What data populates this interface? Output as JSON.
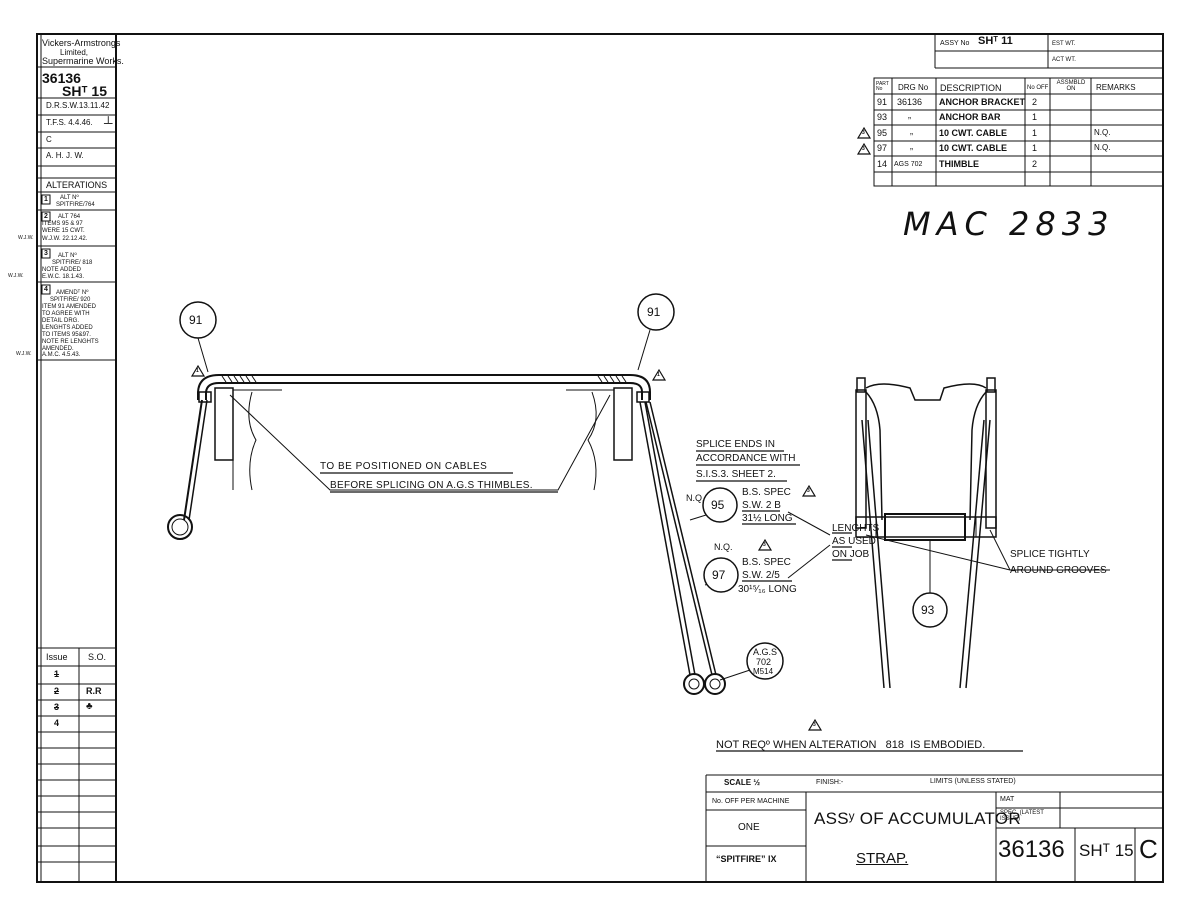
{
  "sidebar": {
    "company": [
      "Vickers-Armstrongs",
      "Limited,",
      "Supermarine Works."
    ],
    "drawing_no": "36136",
    "sheet": "SHᵀ 15",
    "rows": [
      "D.R.S.W.13.11.42",
      "T.F.S. 4.4.46.",
      "C",
      "A. H. J. W."
    ],
    "tfs_mark": "┴",
    "alterations_title": "ALTERATIONS",
    "alterations": [
      {
        "num": "1",
        "lines": [
          "ALT Nº",
          "SPITFIRE/764"
        ],
        "initials": ""
      },
      {
        "num": "2",
        "lines": [
          "ALT 764",
          "ITEMS 95 & 97",
          "WERE 15 CWT.",
          "W.J.W. 22.12.42."
        ],
        "initials": "W.J.W."
      },
      {
        "num": "3",
        "lines": [
          "ALT Nº",
          "SPITFIRE/ 818",
          "NOTE ADDED",
          "E.W.C. 18.1.43."
        ],
        "initials": "W.J.W."
      },
      {
        "num": "4",
        "lines": [
          "AMENDᵀ Nº",
          "SPITFIRE/ 920",
          "ITEM 91 AMENDED",
          "TO AGREE WITH",
          "DETAIL DRG.",
          "LENGHTS ADDED",
          "TO ITEMS 95&97.",
          "NOTE RE LENGHTS",
          "AMENDED.",
          "A.M.C. 4.5.43."
        ],
        "initials": "W.J.W."
      }
    ],
    "issue_header": [
      "Issue",
      "S.O."
    ],
    "issue_rows": [
      [
        "1",
        ""
      ],
      [
        "2",
        "R.R"
      ],
      [
        "3",
        "♣"
      ],
      [
        "4",
        ""
      ]
    ]
  },
  "assy": {
    "label": "ASSY No",
    "value": "SHᵀ 11",
    "est_wt": "EST WT.",
    "act_wt": "ACT WT."
  },
  "parts_table": {
    "headers": [
      "PART No",
      "DRG No",
      "DESCRIPTION",
      "No OFF",
      "ASSMBLD ON",
      "REMARKS"
    ],
    "rows": [
      {
        "part": "91",
        "drg": "36136",
        "desc": "ANCHOR BRACKET",
        "off": "2",
        "assm": "",
        "remarks": "",
        "mark": ""
      },
      {
        "part": "93",
        "drg": "„",
        "desc": "ANCHOR BAR",
        "off": "1",
        "assm": "",
        "remarks": "",
        "mark": ""
      },
      {
        "part": "95",
        "drg": "„",
        "desc": "10 CWT. CABLE",
        "off": "1",
        "assm": "",
        "remarks": "N.Q.",
        "mark": "3"
      },
      {
        "part": "97",
        "drg": "„",
        "desc": "10 CWT. CABLE",
        "off": "1",
        "assm": "",
        "remarks": "N.Q.",
        "mark": "3"
      },
      {
        "part": "14",
        "drg": "AGS 702",
        "desc": "THIMBLE",
        "off": "2",
        "assm": "",
        "remarks": "",
        "mark": ""
      }
    ]
  },
  "handwritten": "MAC 2833",
  "balloons": {
    "left": "91",
    "right": "91",
    "c95": "95",
    "c97": "97",
    "c93": "93"
  },
  "triangles": {
    "t1": "1",
    "t2": "1",
    "t3": "3",
    "t4": "3",
    "t5": "3"
  },
  "notes": {
    "position_line1": "TO BE POSITIONED ON CABLES",
    "position_line2": "BEFORE SPLICING ON A.G.S THIMBLES.",
    "splice_ends": [
      "SPLICE ENDS IN",
      "ACCORDANCE WITH",
      "S.I.S.3. SHEET 2."
    ],
    "nq_95": "N.Q.",
    "spec_95": [
      "B.S. SPEC",
      "S.W. 2 B",
      "31½ LONG"
    ],
    "lengths": [
      "LENGHTS",
      "AS USED",
      "ON JOB"
    ],
    "nq_97": "N.Q.",
    "spec_97": [
      "B.S. SPEC",
      "S.W. 2/5",
      "30¹⁵⁄₁₆ LONG"
    ],
    "ags": [
      "A.G.S",
      "702",
      "M514"
    ],
    "splice_tightly": [
      "SPLICE TIGHTLY",
      "AROUND GROOVES"
    ],
    "not_reqd": "NOT REQº WHEN ALTERATION   818  IS EMBODIED."
  },
  "title_block": {
    "scale": "SCALE ½",
    "finish": "FINISH:-",
    "limits": "LIMITS (UNLESS STATED)",
    "no_off_label": "No. OFF PER MACHINE",
    "mat": "MAT",
    "spec": "SPEC. (LATEST ISSUE)",
    "no_off_value": "ONE",
    "aircraft": "“SPITFIRE” IX",
    "title_line1": "ASSʸ OF ACCUMULATOR",
    "title_line2": "STRAP.",
    "drawing_no": "36136",
    "sheet": "SHᵀ 15",
    "issue": "C"
  }
}
